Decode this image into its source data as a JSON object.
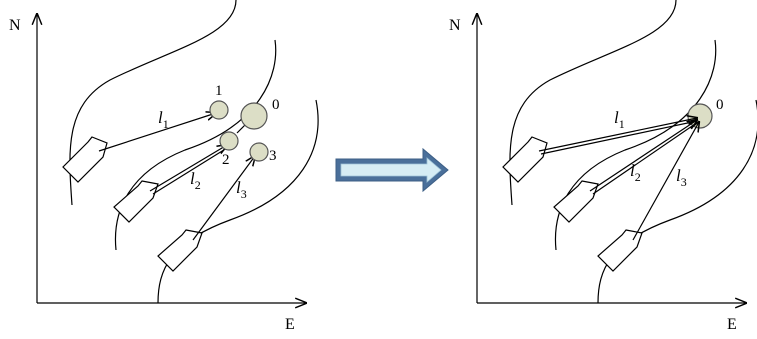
{
  "colors": {
    "line": "#000000",
    "circle_fill": "#dcdec6",
    "circle_stroke": "#555555",
    "arrow_fill": "#d6ecf4",
    "arrow_stroke": "#4a6f9a"
  },
  "left_panel": {
    "axis_n": "N",
    "axis_e": "E",
    "line_labels": [
      {
        "base": "l",
        "sub": "1"
      },
      {
        "base": "l",
        "sub": "2"
      },
      {
        "base": "l",
        "sub": "3"
      }
    ],
    "point_labels": [
      "1",
      "0",
      "2",
      "3"
    ]
  },
  "right_panel": {
    "axis_n": "N",
    "axis_e": "E",
    "line_labels": [
      {
        "base": "l",
        "sub": "1"
      },
      {
        "base": "l",
        "sub": "2"
      },
      {
        "base": "l",
        "sub": "3"
      }
    ],
    "point_labels": [
      "0"
    ]
  },
  "transition_icon": "right-arrow-icon"
}
